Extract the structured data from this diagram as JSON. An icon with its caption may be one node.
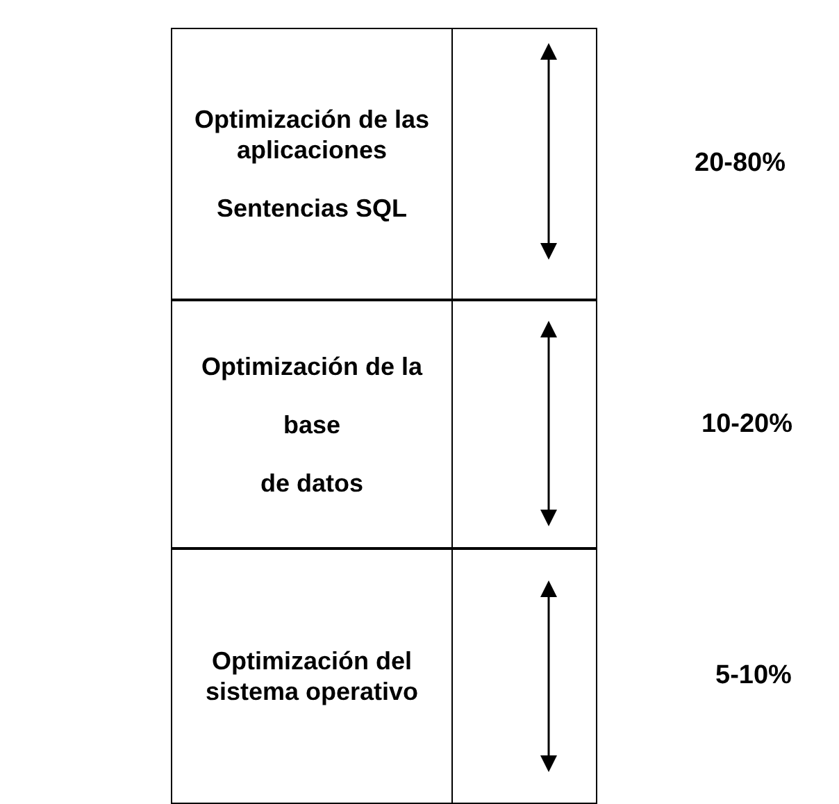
{
  "diagram": {
    "nodes": [
      {
        "text": [
          "Optimización de las aplicaciones",
          "Sentencias SQL"
        ]
      },
      {
        "text": [
          "Optimización de la",
          "base",
          "de datos"
        ]
      },
      {
        "text": [
          "Optimización del sistema operativo"
        ]
      }
    ],
    "labels": [
      "20-80%",
      "10-20%",
      "5-10%"
    ]
  }
}
